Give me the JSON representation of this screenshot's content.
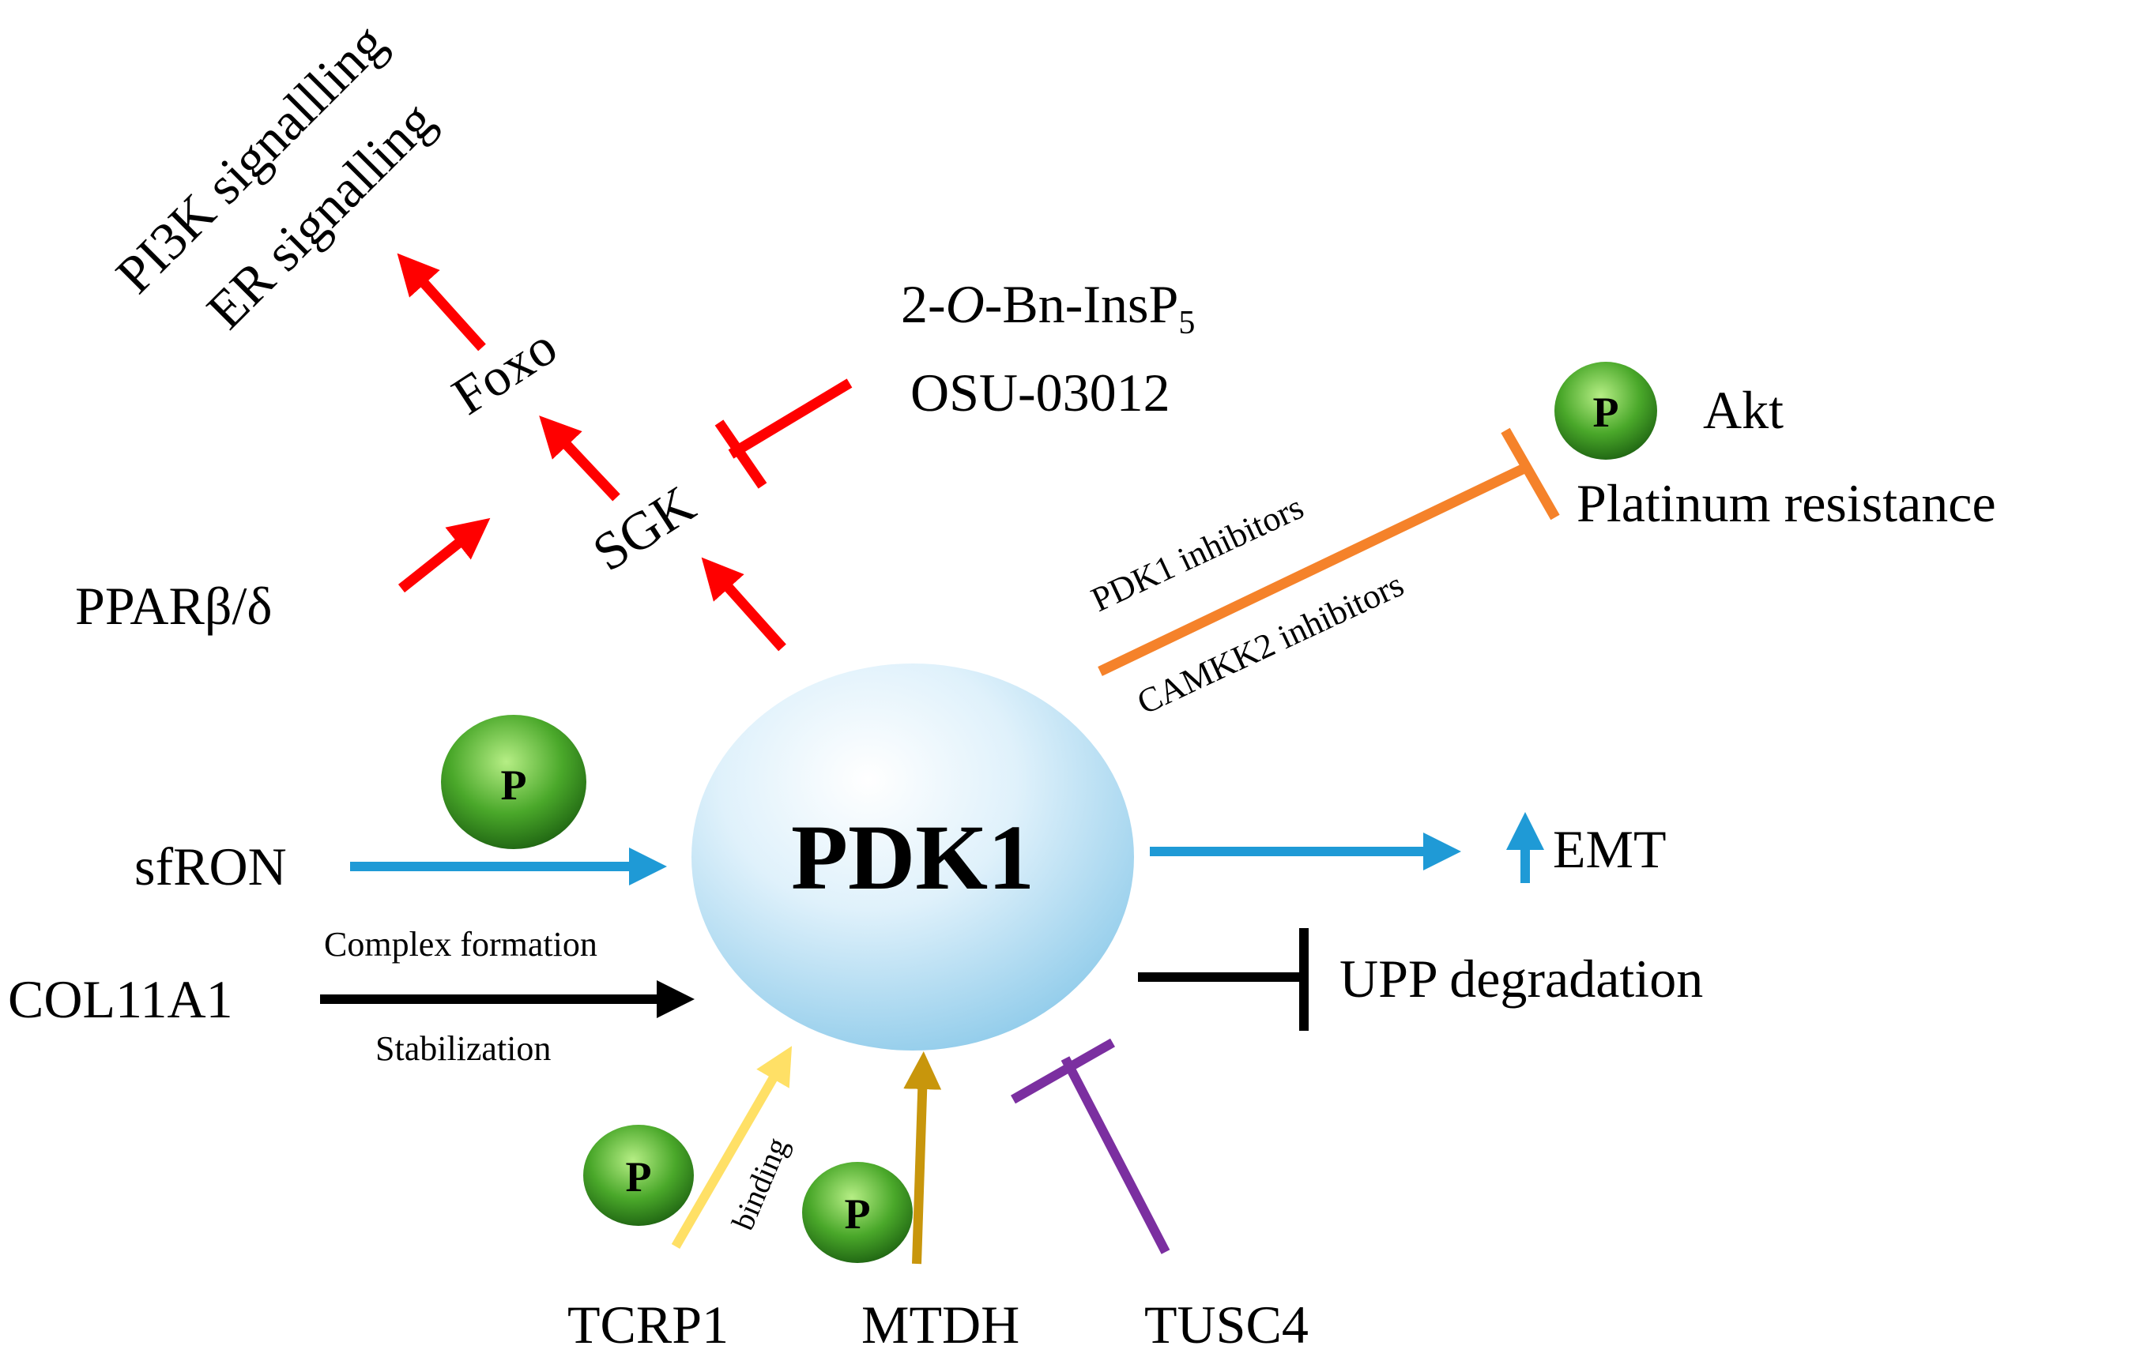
{
  "center": {
    "label": "PDK1"
  },
  "nodes": {
    "sgk": "SGK",
    "foxo": "Foxo",
    "pi3k": "PI3K signallling",
    "er": "ER signalling",
    "ppar": "PPARβ/δ",
    "inhibitor_line1_pre": "2-",
    "inhibitor_line1_italic": "O",
    "inhibitor_line1_post": "-Bn-InsP",
    "inhibitor_line1_sub": "5",
    "inhibitor_line2": "OSU-03012",
    "akt": "Akt",
    "platinum": "Platinum resistance",
    "pdk1_inhibitors": "PDK1 inhibitors",
    "camkk2_inhibitors": "CAMKK2 inhibitors",
    "emt": "EMT",
    "upp": "UPP degradation",
    "sfron": "sfRON",
    "col11a1": "COL11A1",
    "complex_formation": "Complex formation",
    "stabilization": "Stabilization",
    "tcrp1": "TCRP1",
    "binding": "binding",
    "mtdh": "MTDH",
    "tusc4": "TUSC4",
    "phospho": "P"
  },
  "colors": {
    "red": "#ff0000",
    "orange": "#f5822a",
    "blue": "#1f9ad6",
    "black": "#000000",
    "yellow": "#ffe066",
    "gold": "#c8960c",
    "purple": "#7b2fa0",
    "pdk1_fill_light": "#f4fbff",
    "pdk1_fill_dark": "#9fd3ee",
    "phospho_green_light": "#9fe070",
    "phospho_green_dark": "#1f7a14"
  }
}
